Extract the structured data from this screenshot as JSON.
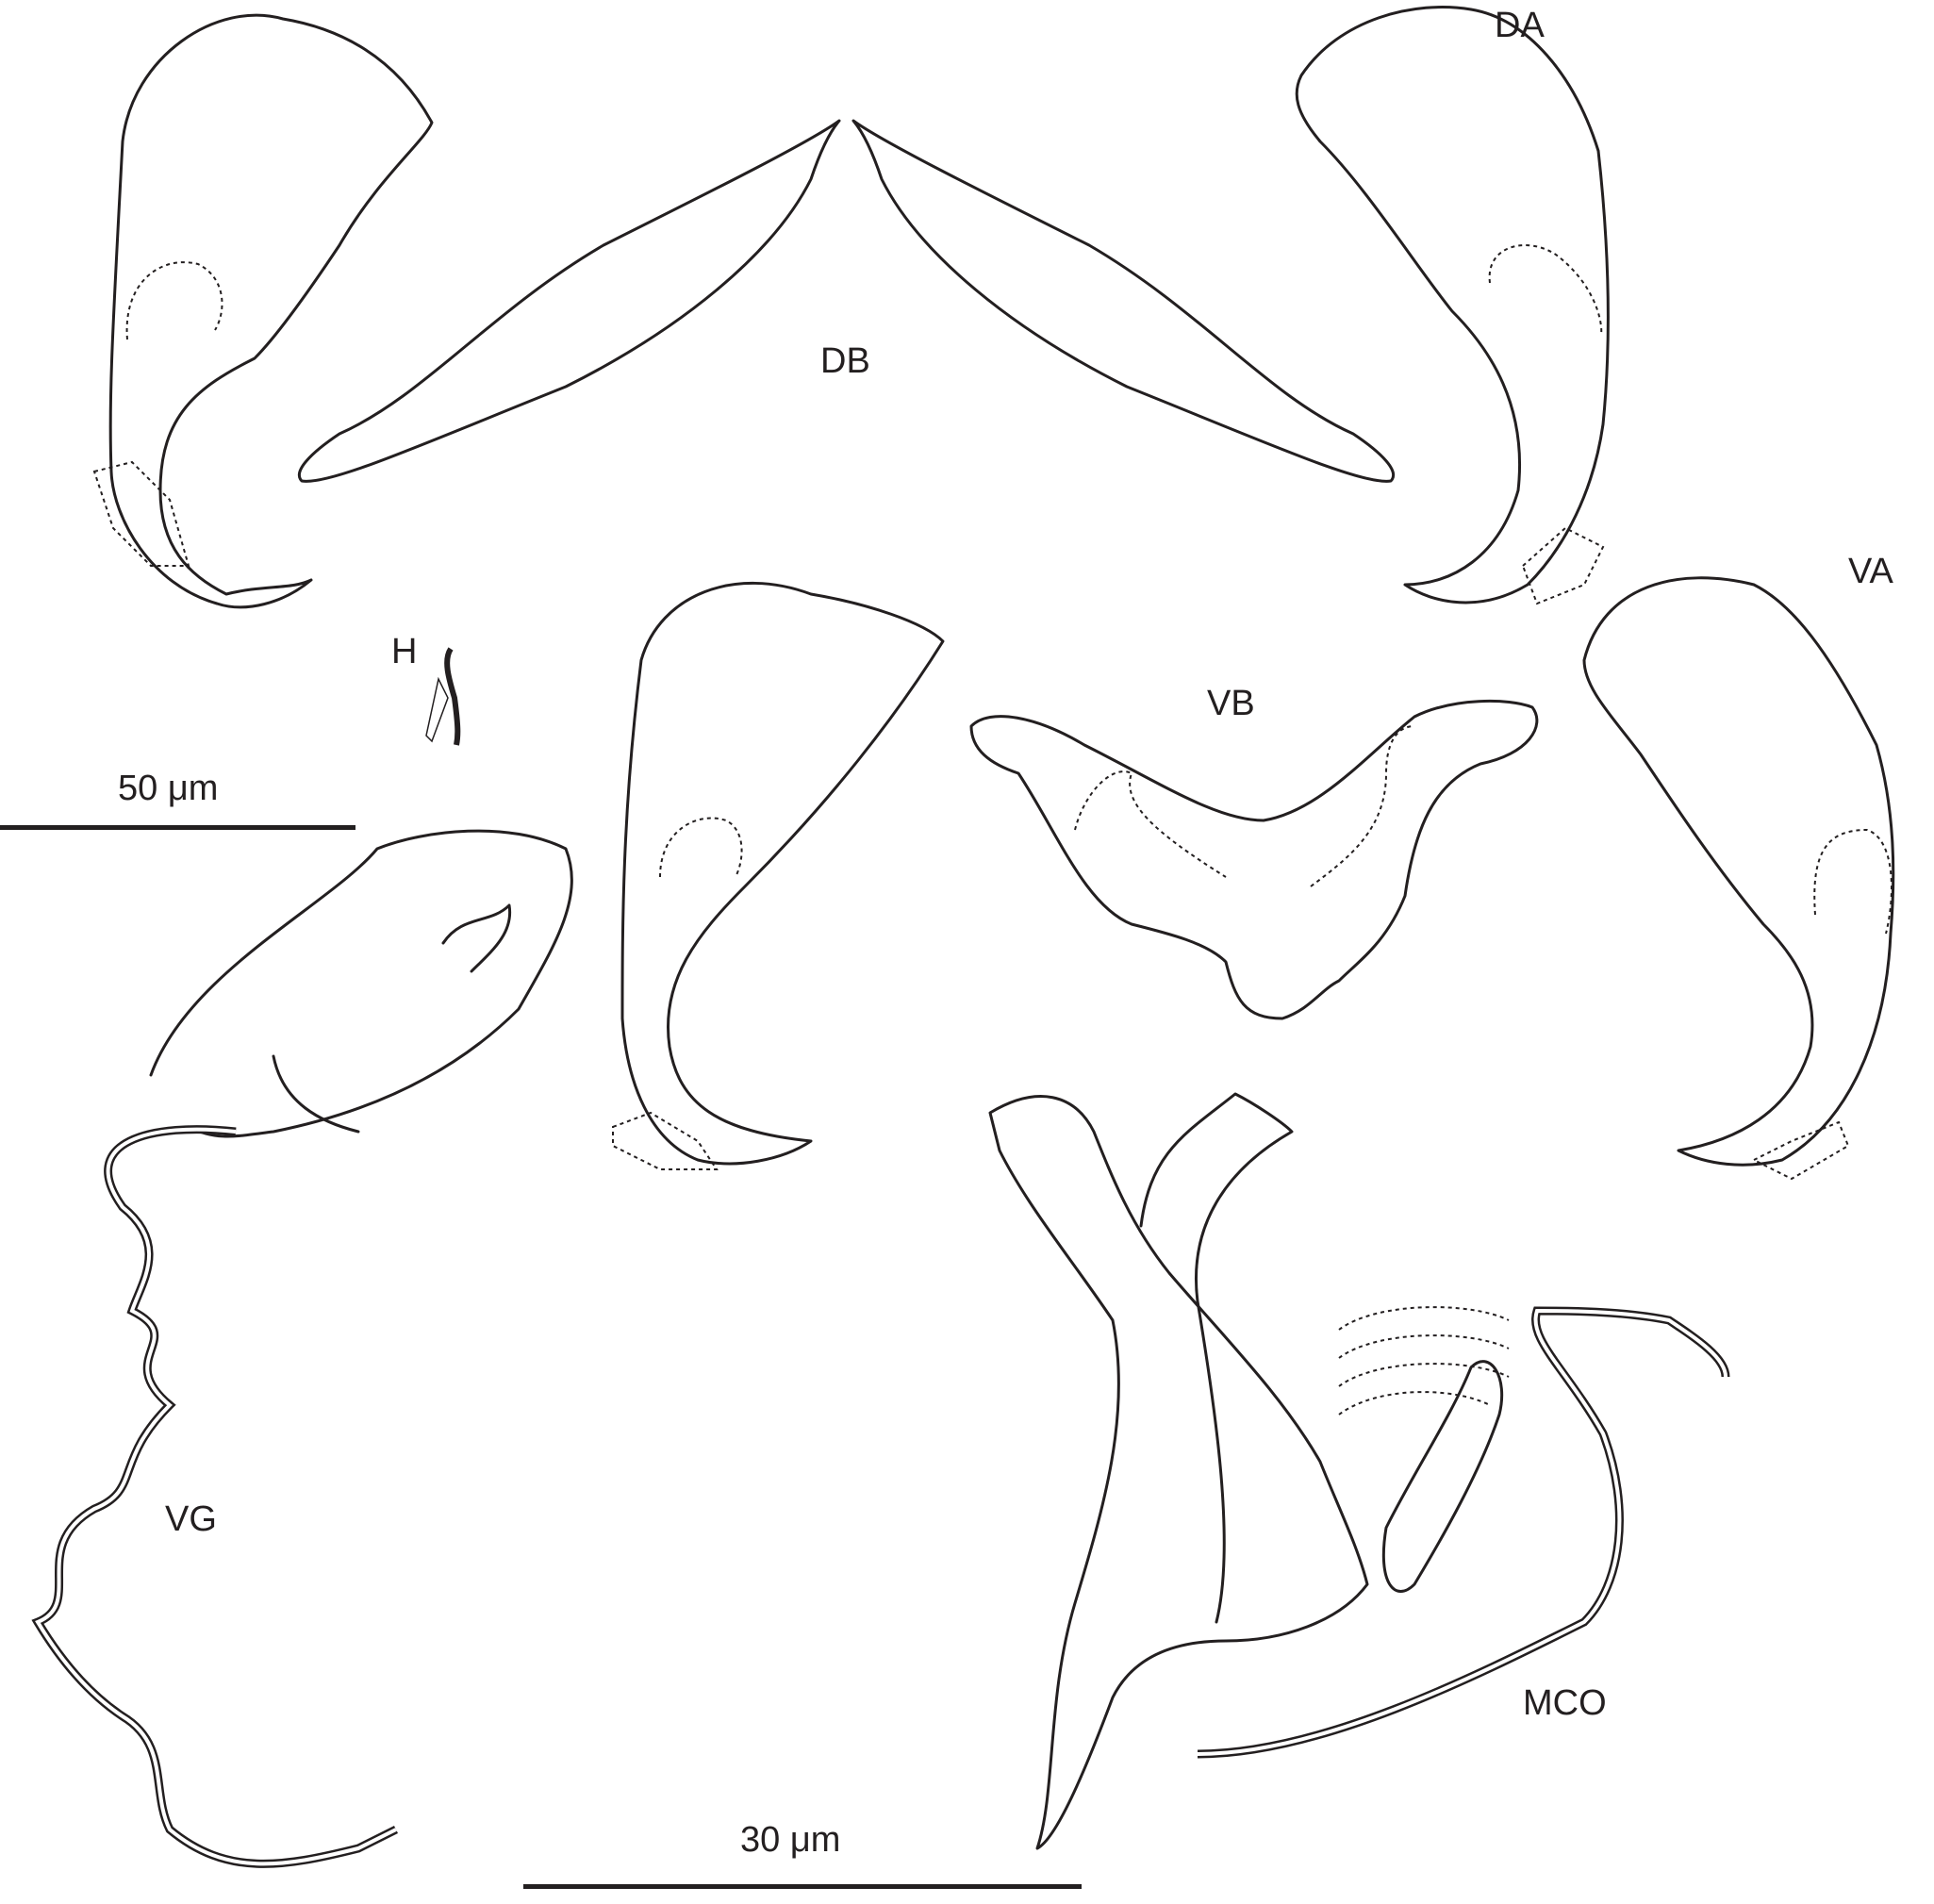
{
  "figure": {
    "labels": {
      "dorsal_anchor": "DA",
      "dorsal_bar": "DB",
      "ventral_anchor": "VA",
      "ventral_bar": "VB",
      "hook": "H",
      "vagina": "VG",
      "male_copulatory_organ": "MCO"
    },
    "scale_bars": {
      "sclerites": "50 μm",
      "copulatory": "30 μm"
    },
    "colors": {
      "line": "#231f20",
      "background": "#ffffff"
    }
  }
}
